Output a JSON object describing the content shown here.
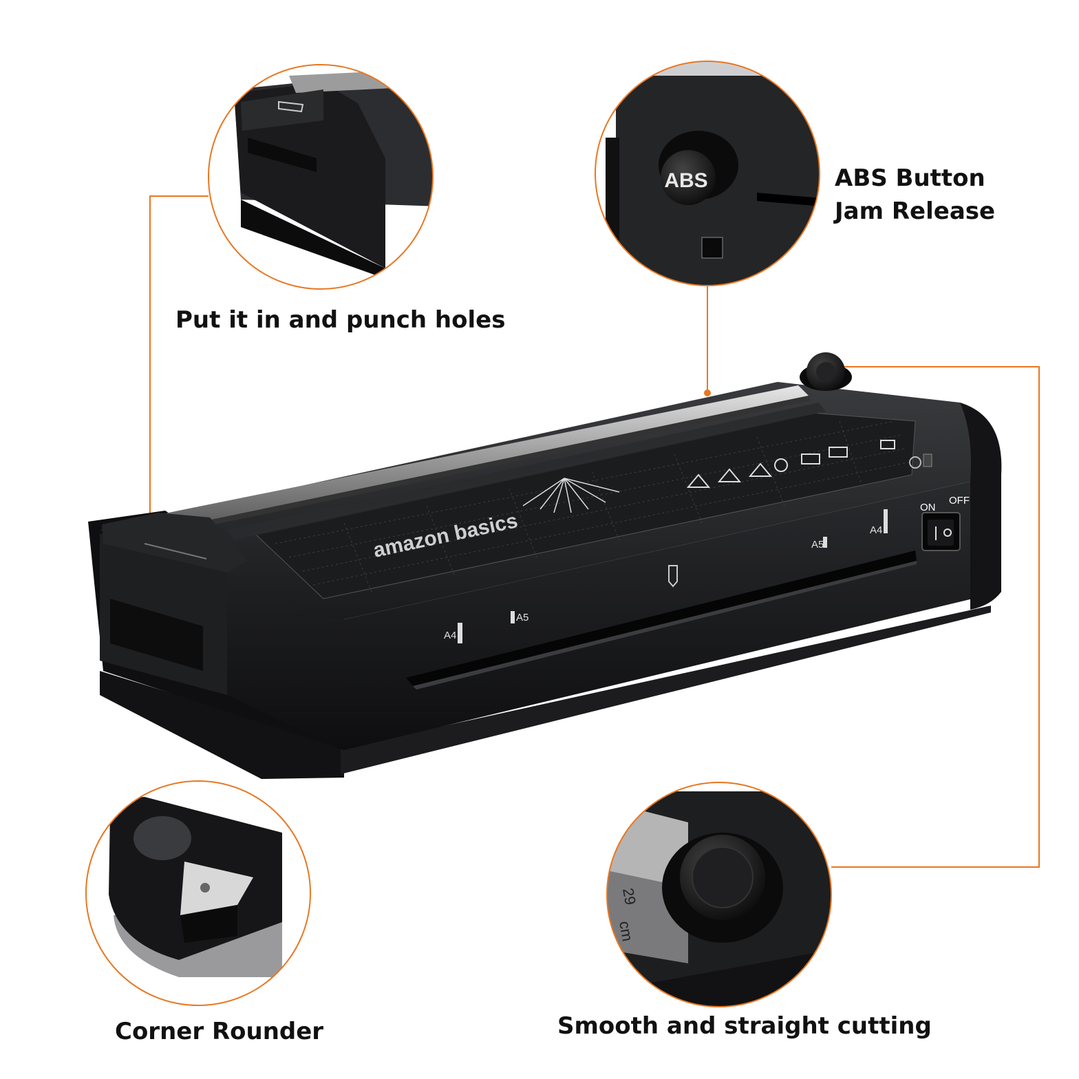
{
  "accent_color": "#e87722",
  "callouts": {
    "punch": {
      "caption": "Put it in and punch holes",
      "icon": "hole-punch-icon"
    },
    "abs": {
      "caption_line1": "ABS Button",
      "caption_line2": "Jam Release",
      "button_label": "ABS"
    },
    "corner": {
      "caption": "Corner Rounder"
    },
    "cut": {
      "caption": "Smooth and straight cutting",
      "ruler_number": "29",
      "ruler_unit": "cm"
    }
  },
  "product": {
    "brand": "amazon basics",
    "switch_on": "ON",
    "switch_off": "OFF",
    "switch_symbol": "O",
    "mark_a4": "A4",
    "mark_a5": "A5"
  }
}
